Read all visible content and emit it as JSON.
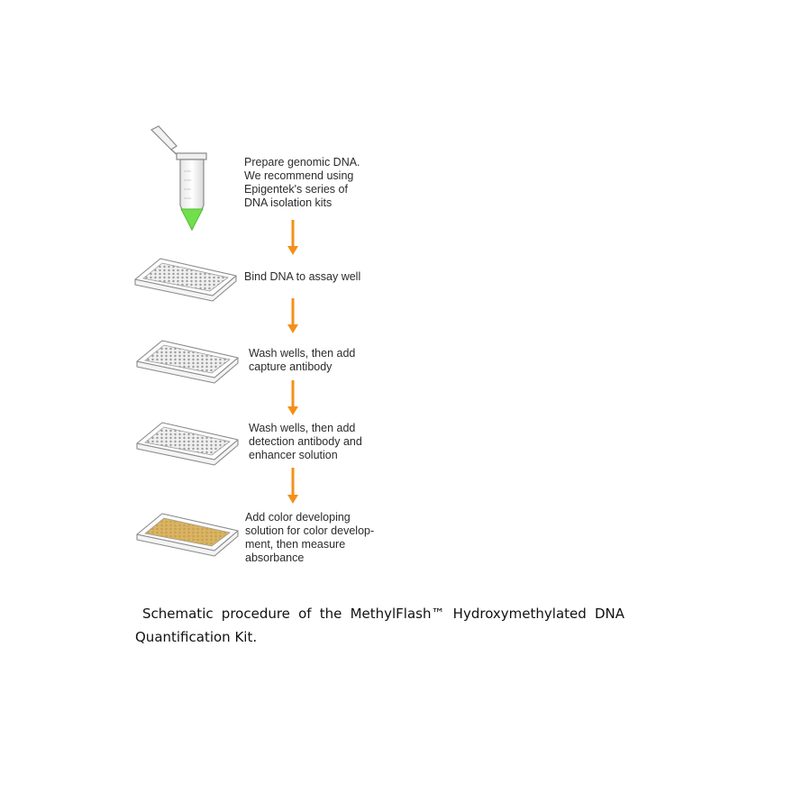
{
  "steps": [
    {
      "text": "Prepare genomic DNA.\nWe recommend using\nEpigentek's series of\nDNA isolation kits",
      "icon": "tube-icon"
    },
    {
      "text": "Bind DNA to assay well",
      "icon": "plate-icon"
    },
    {
      "text": "Wash wells, then add\ncapture antibody",
      "icon": "plate-icon"
    },
    {
      "text": "Wash wells, then add\ndetection antibody and\nenhancer solution",
      "icon": "plate-icon"
    },
    {
      "text": "Add color developing\nsolution for color develop-\nment, then measure\nabsorbance",
      "icon": "colored-plate-icon"
    }
  ],
  "caption": {
    "line1": "Schematic procedure of the MethylFlash™ Hydroxymethylated DNA",
    "line2": "Quantification Kit."
  },
  "colors": {
    "arrow": "#f39019",
    "tube_liquid": "#6fe04a",
    "plate_stroke": "#8a8a8a",
    "developed_wells": "#d9b463"
  }
}
